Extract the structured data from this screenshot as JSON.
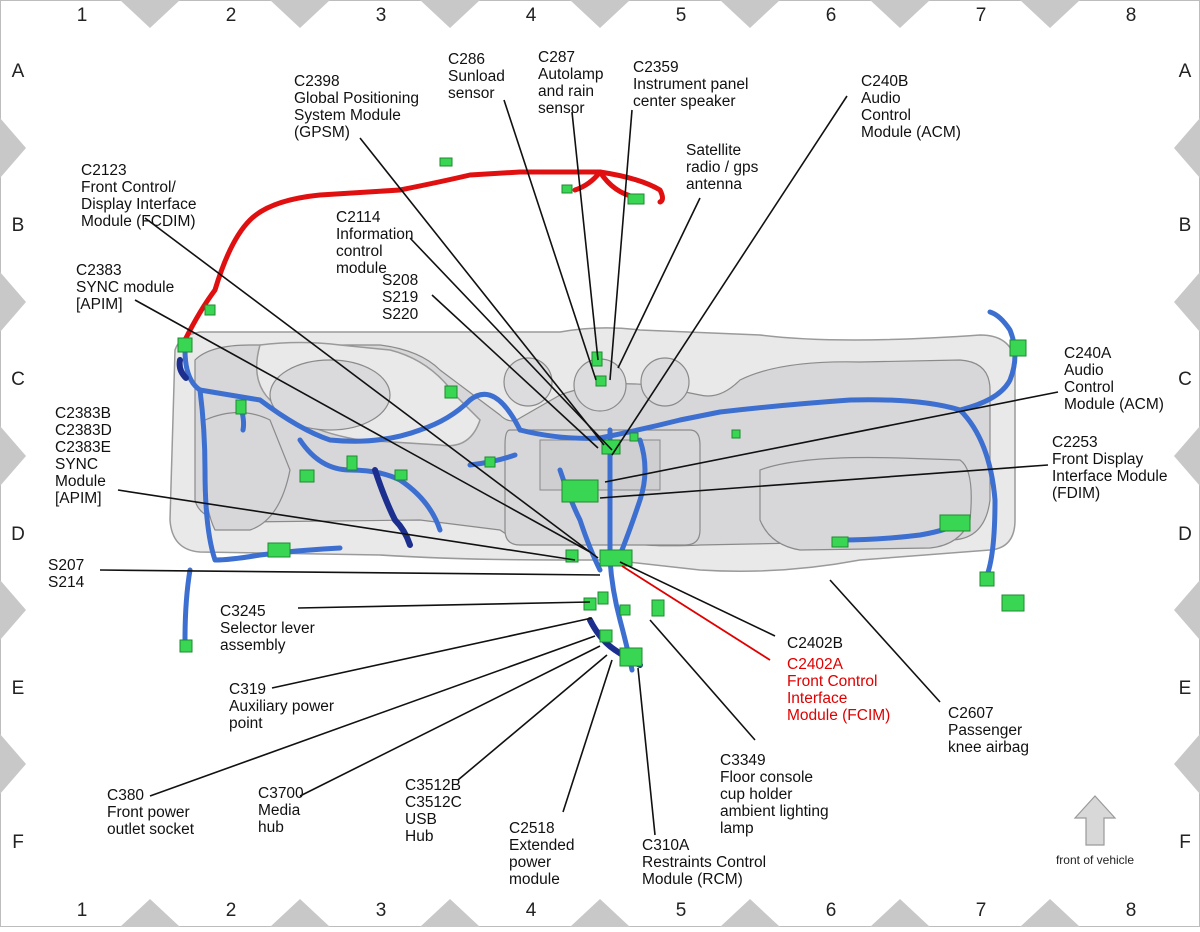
{
  "grid": {
    "columns": [
      "1",
      "2",
      "3",
      "4",
      "5",
      "6",
      "7",
      "8"
    ],
    "rows": [
      "A",
      "B",
      "C",
      "D",
      "E",
      "F"
    ]
  },
  "callouts": [
    {
      "id": "c2123",
      "lines": [
        "C2123",
        "Front Control/",
        "Display Interface",
        "Module (FCDIM)"
      ]
    },
    {
      "id": "c2383",
      "lines": [
        "C2383",
        "SYNC module",
        "[APIM]"
      ]
    },
    {
      "id": "c2383b",
      "lines": [
        "C2383B",
        "C2383D",
        "C2383E",
        "SYNC",
        "Module",
        "[APIM]"
      ]
    },
    {
      "id": "s207",
      "lines": [
        "S207",
        "S214"
      ]
    },
    {
      "id": "c3245",
      "lines": [
        "C3245",
        "Selector lever",
        "assembly"
      ]
    },
    {
      "id": "c319",
      "lines": [
        "C319",
        "Auxiliary power",
        "point"
      ]
    },
    {
      "id": "c380",
      "lines": [
        "C380",
        "Front power",
        "outlet socket"
      ]
    },
    {
      "id": "c3700",
      "lines": [
        "C3700",
        "Media",
        "hub"
      ]
    },
    {
      "id": "c3512",
      "lines": [
        "C3512B",
        "C3512C",
        "USB",
        "Hub"
      ]
    },
    {
      "id": "c2518",
      "lines": [
        "C2518",
        "Extended",
        "power",
        "module"
      ]
    },
    {
      "id": "c310a",
      "lines": [
        "C310A",
        "Restraints Control",
        "Module (RCM)"
      ]
    },
    {
      "id": "c3349",
      "lines": [
        "C3349",
        "Floor console",
        "cup holder",
        "ambient lighting",
        "lamp"
      ]
    },
    {
      "id": "c2402b",
      "lines": [
        "C2402B"
      ]
    },
    {
      "id": "c2402a",
      "lines": [
        "C2402A",
        "Front Control",
        "Interface",
        "Module (FCIM)"
      ]
    },
    {
      "id": "c2607",
      "lines": [
        "C2607",
        "Passenger",
        "knee airbag"
      ]
    },
    {
      "id": "c2253",
      "lines": [
        "C2253",
        "Front Display",
        "Interface Module",
        "(FDIM)"
      ]
    },
    {
      "id": "c240a",
      "lines": [
        "C240A",
        "Audio",
        "Control",
        "Module (ACM)"
      ]
    },
    {
      "id": "c240b",
      "lines": [
        "C240B",
        "Audio",
        "Control",
        "Module (ACM)"
      ]
    },
    {
      "id": "satellite",
      "lines": [
        "Satellite",
        "radio / gps",
        "antenna"
      ]
    },
    {
      "id": "c2359",
      "lines": [
        "C2359",
        "Instrument panel",
        "center speaker"
      ]
    },
    {
      "id": "c287",
      "lines": [
        "C287",
        "Autolamp",
        "and rain",
        "sensor"
      ]
    },
    {
      "id": "c286",
      "lines": [
        "C286",
        "Sunload",
        "sensor"
      ]
    },
    {
      "id": "c2398",
      "lines": [
        "C2398",
        "Global Positioning",
        "System Module",
        "(GPSM)"
      ]
    },
    {
      "id": "c2114",
      "lines": [
        "C2114",
        "Information",
        "control",
        "module"
      ]
    },
    {
      "id": "s208",
      "lines": [
        "S208",
        "S219",
        "S220"
      ]
    }
  ],
  "front_of_vehicle": "front of vehicle",
  "colors": {
    "harness_blue": "#3d6fd0",
    "harness_dark_blue": "#1c2f8f",
    "harness_red": "#e01010",
    "connector_green": "#39d653",
    "highlight_red": "#e00000"
  }
}
